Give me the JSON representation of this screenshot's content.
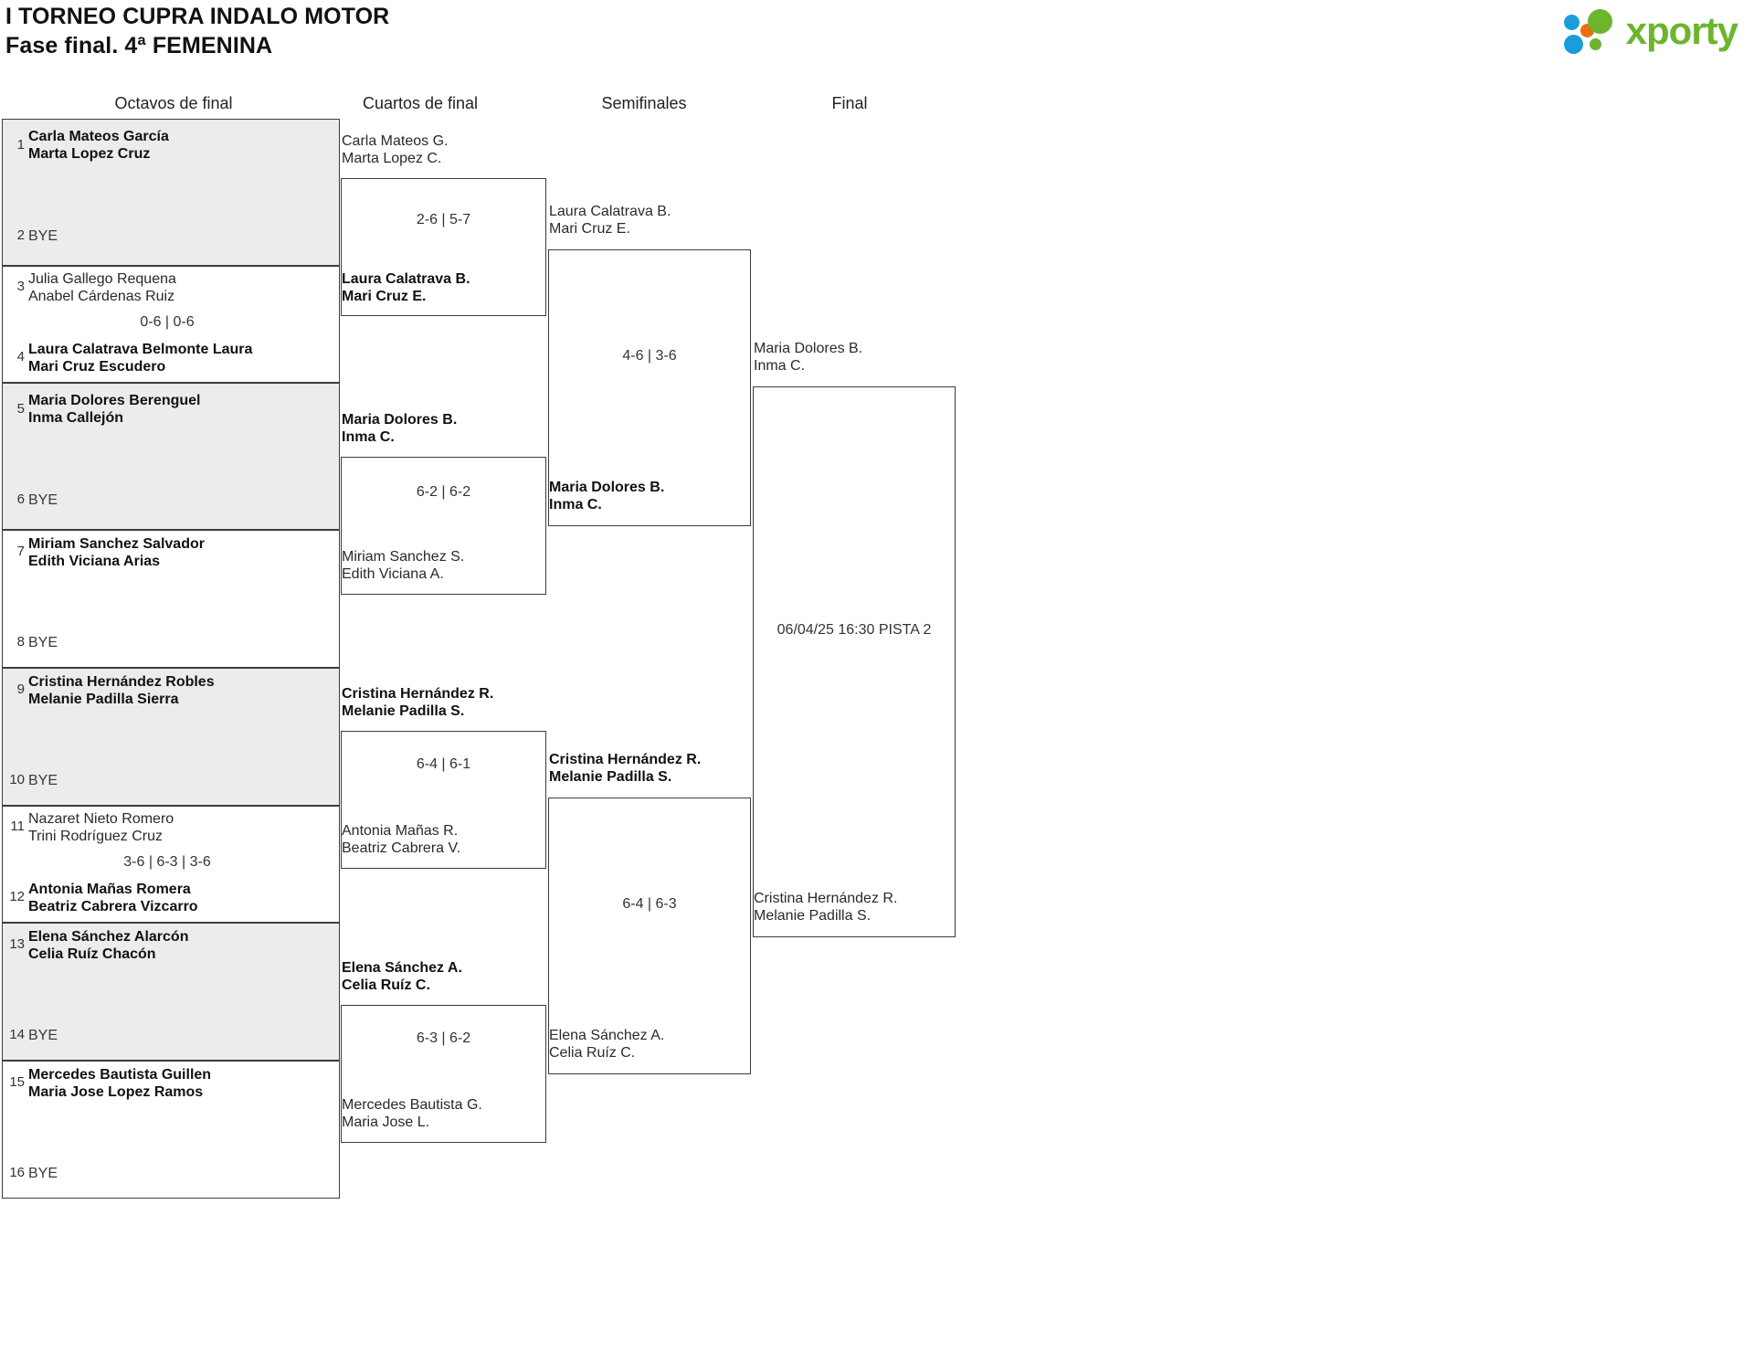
{
  "header": {
    "title_line1": "I TORNEO CUPRA INDALO MOTOR",
    "title_line2": "Fase final. 4ª FEMENINA",
    "logo_word": "xporty",
    "logo_colors": {
      "green": "#6cb52d",
      "blue": "#1b9dd9",
      "orange": "#e8700f"
    }
  },
  "rounds": [
    {
      "label": "Octavos de final"
    },
    {
      "label": "Cuartos de final"
    },
    {
      "label": "Semifinales"
    },
    {
      "label": "Final"
    }
  ],
  "round1": [
    {
      "seed_a": "1",
      "seed_b": "2",
      "team_a_line1": "Carla Mateos García",
      "team_a_line2": "Marta Lopez Cruz",
      "team_b_line1": "BYE",
      "team_b_line2": "",
      "score": "",
      "shaded": true,
      "winner": "a"
    },
    {
      "seed_a": "3",
      "seed_b": "4",
      "team_a_line1": "Julia Gallego Requena",
      "team_a_line2": "Anabel Cárdenas Ruiz",
      "team_b_line1": "Laura Calatrava Belmonte Laura",
      "team_b_line2": "Mari Cruz Escudero",
      "score": "0-6 | 0-6",
      "shaded": false,
      "winner": "b"
    },
    {
      "seed_a": "5",
      "seed_b": "6",
      "team_a_line1": "Maria Dolores Berenguel",
      "team_a_line2": "Inma Callejón",
      "team_b_line1": "BYE",
      "team_b_line2": "",
      "score": "",
      "shaded": true,
      "winner": "a"
    },
    {
      "seed_a": "7",
      "seed_b": "8",
      "team_a_line1": "Miriam Sanchez Salvador",
      "team_a_line2": "Edith Viciana Arias",
      "team_b_line1": "BYE",
      "team_b_line2": "",
      "score": "",
      "shaded": false,
      "winner": "a"
    },
    {
      "seed_a": "9",
      "seed_b": "10",
      "team_a_line1": "Cristina Hernández Robles",
      "team_a_line2": "Melanie Padilla Sierra",
      "team_b_line1": "BYE",
      "team_b_line2": "",
      "score": "",
      "shaded": true,
      "winner": "a"
    },
    {
      "seed_a": "11",
      "seed_b": "12",
      "team_a_line1": "Nazaret Nieto Romero",
      "team_a_line2": "Trini Rodríguez Cruz",
      "team_b_line1": "Antonia Mañas Romera",
      "team_b_line2": "Beatriz Cabrera Vizcarro",
      "score": "3-6 | 6-3 | 3-6",
      "shaded": false,
      "winner": "b"
    },
    {
      "seed_a": "13",
      "seed_b": "14",
      "team_a_line1": "Elena Sánchez Alarcón",
      "team_a_line2": "Celia Ruíz Chacón",
      "team_b_line1": "BYE",
      "team_b_line2": "",
      "score": "",
      "shaded": true,
      "winner": "a"
    },
    {
      "seed_a": "15",
      "seed_b": "16",
      "team_a_line1": "Mercedes Bautista Guillen",
      "team_a_line2": "Maria Jose Lopez Ramos",
      "team_b_line1": "BYE",
      "team_b_line2": "",
      "score": "",
      "shaded": false,
      "winner": "a"
    }
  ],
  "round2": [
    {
      "top_line1": "Carla Mateos G.",
      "top_line2": "Marta Lopez C.",
      "bottom_line1": "Laura Calatrava B.",
      "bottom_line2": "Mari Cruz E.",
      "score": "2-6 | 5-7",
      "winner": "bottom"
    },
    {
      "top_line1": "Maria Dolores B.",
      "top_line2": "Inma C.",
      "bottom_line1": "Miriam Sanchez S.",
      "bottom_line2": "Edith Viciana A.",
      "score": "6-2 | 6-2",
      "winner": "top"
    },
    {
      "top_line1": "Cristina Hernández R.",
      "top_line2": "Melanie Padilla S.",
      "bottom_line1": "Antonia Mañas R.",
      "bottom_line2": "Beatriz Cabrera V.",
      "score": "6-4 | 6-1",
      "winner": "top"
    },
    {
      "top_line1": "Elena Sánchez A.",
      "top_line2": "Celia Ruíz C.",
      "bottom_line1": "Mercedes Bautista G.",
      "bottom_line2": "Maria Jose L.",
      "score": "6-3 | 6-2",
      "winner": "top"
    }
  ],
  "round3": [
    {
      "top_line1": "Laura Calatrava B.",
      "top_line2": "Mari Cruz E.",
      "bottom_line1": "Maria Dolores B.",
      "bottom_line2": "Inma C.",
      "score": "4-6 | 3-6",
      "winner": "bottom"
    },
    {
      "top_line1": "Cristina Hernández R.",
      "top_line2": "Melanie Padilla S.",
      "bottom_line1": "Elena Sánchez A.",
      "bottom_line2": "Celia Ruíz C.",
      "score": "6-4 | 6-3",
      "winner": "top"
    }
  ],
  "round4": {
    "top_line1": "Maria Dolores B.",
    "top_line2": "Inma C.",
    "bottom_line1": "Cristina Hernández R.",
    "bottom_line2": "Melanie Padilla S.",
    "schedule": "06/04/25 16:30 PISTA 2"
  }
}
